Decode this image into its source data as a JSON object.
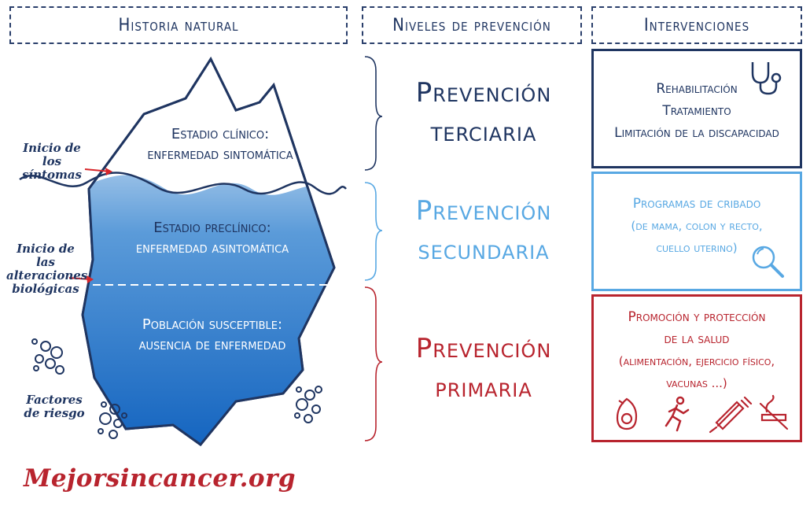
{
  "headers": {
    "history": "Historia natural",
    "levels": "Niveles de prevención",
    "interventions": "Intervenciones"
  },
  "stages": {
    "clinical_line1": "Estadio clínico:",
    "clinical_line2": "enfermedad sintomática",
    "preclinical_line1": "Estadio preclínico:",
    "preclinical_line2": "enfermedad asintomática",
    "susceptible_line1": "Población susceptible:",
    "susceptible_line2": "ausencia de enfermedad"
  },
  "side_labels": {
    "symptoms_onset": "Inicio de los síntomas",
    "biological_onset": "Inicio de las alteraciones biológicas",
    "risk_factors": "Factores de riesgo"
  },
  "levels": {
    "tertiary_line1": "Prevención",
    "tertiary_line2": "terciaria",
    "secondary_line1": "Prevención",
    "secondary_line2": "secundaria",
    "primary_line1": "Prevención",
    "primary_line2": "primaria"
  },
  "interventions": {
    "tertiary": [
      "Rehabilitación",
      "Tratamiento",
      "Limitación de la discapacidad"
    ],
    "secondary": [
      "Programas de cribado",
      "(de mama, colon y recto,",
      "cuello uterino)"
    ],
    "primary": [
      "Promoción y protección",
      "de la salud",
      "(alimentación, ejercicio físico,",
      "vacunas ...)"
    ]
  },
  "icons": {
    "tertiary": "stethoscope-icon",
    "secondary": "magnifier-icon",
    "primary": [
      "avocado-icon",
      "running-icon",
      "syringe-icon",
      "no-smoking-icon"
    ],
    "risk": "bubbles-icon"
  },
  "colors": {
    "navy": "#1f3561",
    "light_blue": "#58a8e3",
    "red": "#b8242e",
    "ice_top": "#ffffff",
    "ice_bottom": "#1a6fc4"
  },
  "logo": "Mejorsincancer.org"
}
